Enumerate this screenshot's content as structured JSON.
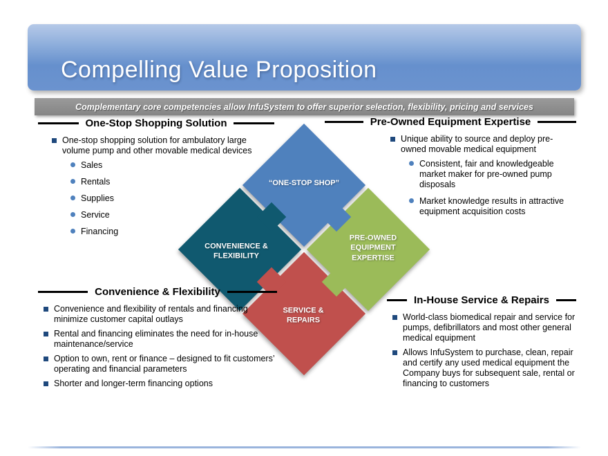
{
  "slide": {
    "title": "Compelling Value Proposition",
    "subtitle": "Complementary core competencies allow InfuSystem to offer superior selection, flexibility, pricing and services"
  },
  "sections": {
    "one_stop": {
      "title": "One-Stop Shopping Solution",
      "bullets": [
        "One-stop shopping solution for ambulatory large volume pump and other movable medical devices",
        "Sales",
        "Rentals",
        "Supplies",
        "Service",
        "Financing"
      ]
    },
    "pre_owned": {
      "title": "Pre-Owned Equipment Expertise",
      "bullets": [
        "Unique ability to source and deploy pre-owned movable medical equipment",
        "Consistent, fair and knowledgeable market maker for pre-owned pump disposals",
        "Market knowledge results in attractive equipment acquisition costs"
      ]
    },
    "convenience": {
      "title": "Convenience & Flexibility",
      "bullets": [
        "Convenience and flexibility of rentals and financing minimize customer capital outlays",
        "Rental and financing eliminates the need for in-house maintenance/service",
        "Option to own, rent or finance – designed to fit customers’ operating and financial parameters",
        "Shorter and longer-term financing options"
      ]
    },
    "service": {
      "title": "In-House Service & Repairs",
      "bullets": [
        "World-class biomedical repair and service for pumps, defibrillators and most other general medical equipment",
        "Allows InfuSystem to purchase, clean, repair and certify any used medical equipment the Company buys for subsequent sale, rental or financing to customers"
      ]
    }
  },
  "diagram": {
    "pieces": [
      {
        "id": "one-stop-shop",
        "label": "“ONE-STOP SHOP”",
        "color": "#4f81bd"
      },
      {
        "id": "convenience-flexibility",
        "label": "CONVENIENCE &\nFLEXIBILITY",
        "color": "#10596f"
      },
      {
        "id": "pre-owned-equipment-expertise",
        "label": "PRE-OWNED\nEQUIPMENT\nEXPERTISE",
        "color": "#9bbb59"
      },
      {
        "id": "service-repairs",
        "label": "SERVICE &\nREPAIRS",
        "color": "#c0504d"
      }
    ]
  },
  "colors": {
    "banner_gradient_top": "#b6c9e8",
    "banner_gradient_bottom": "#6b93cf",
    "subtitle_bar": "#8c8c8c",
    "bullet_square": "#1f497d",
    "bullet_circle": "#4f81bd",
    "header_rule": "#000000"
  }
}
